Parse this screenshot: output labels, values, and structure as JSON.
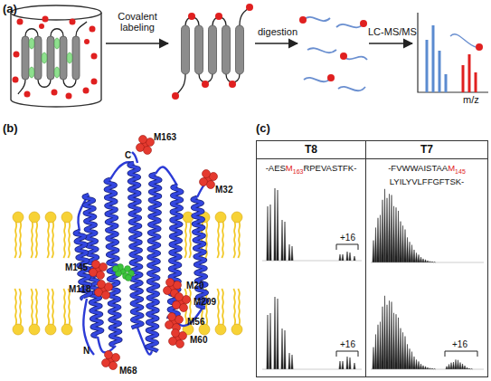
{
  "diagram": {
    "nodes": [
      {
        "text": [
          "T8",
          "-AESM163RPEVASTFK-"
        ]
      },
      {
        "text": [
          "T7",
          "-FVWWAISTAAM145 LYILYVLFFGFTSK-"
        ]
      }
    ],
    "labels": [
      "(a)",
      "Covalent labeling",
      "digestion",
      "LC-MS/MS",
      "m/z",
      "(b)",
      "M163",
      "C",
      "M32",
      "M20",
      "M209",
      "M56",
      "M60",
      "M145",
      "M118",
      "N",
      "M68",
      "(c)",
      "+16",
      "+16",
      "+16"
    ]
  }
}
